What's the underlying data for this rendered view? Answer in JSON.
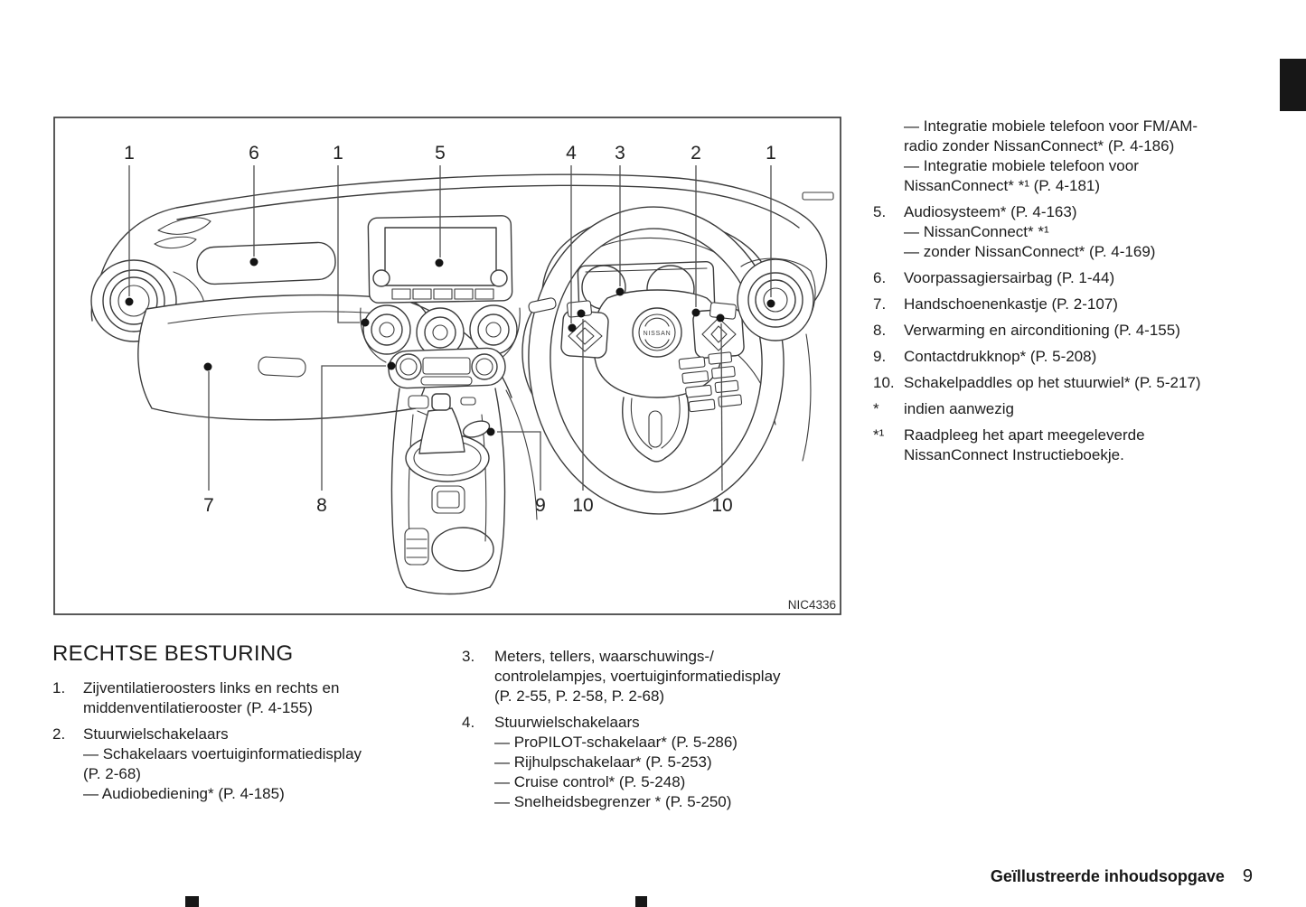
{
  "colors": {
    "ink": "#1c1c1c",
    "line_art": "#3c3c3c"
  },
  "figure": {
    "code": "NIC4336",
    "logo": "NISSAN",
    "callouts": {
      "top": [
        "1",
        "6",
        "1",
        "5",
        "4",
        "3",
        "2",
        "1"
      ],
      "bottom": [
        "7",
        "8",
        "9",
        "10",
        "10"
      ]
    }
  },
  "right_column": {
    "item4_continuation": [
      "— Integratie mobiele telefoon voor FM/AM-",
      "radio zonder NissanConnect* (P. 4-186)",
      "— Integratie mobiele telefoon voor",
      "NissanConnect* *¹ (P. 4-181)"
    ],
    "items": [
      {
        "num": "5.",
        "lines": [
          "Audiosysteem* (P. 4-163)",
          "— NissanConnect* *¹",
          "— zonder NissanConnect* (P. 4-169)"
        ]
      },
      {
        "num": "6.",
        "lines": [
          "Voorpassagiersairbag (P. 1-44)"
        ]
      },
      {
        "num": "7.",
        "lines": [
          "Handschoenenkastje (P. 2-107)"
        ]
      },
      {
        "num": "8.",
        "lines": [
          "Verwarming en airconditioning (P. 4-155)"
        ]
      },
      {
        "num": "9.",
        "lines": [
          "Contactdrukknop* (P. 5-208)"
        ]
      },
      {
        "num": "10.",
        "lines": [
          "Schakelpaddles op het stuurwiel* (P. 5-217)"
        ]
      },
      {
        "num": "*",
        "lines": [
          "indien aanwezig"
        ]
      },
      {
        "num": "*¹",
        "lines": [
          "Raadpleeg het apart meegeleverde",
          "NissanConnect Instructieboekje."
        ]
      }
    ]
  },
  "section": {
    "heading": "RECHTSE BESTURING",
    "left_items": [
      {
        "num": "1.",
        "lines": [
          "Zijventilatieroosters links en rechts en",
          "middenventilatierooster (P. 4-155)"
        ]
      },
      {
        "num": "2.",
        "lines": [
          "Stuurwielschakelaars",
          "— Schakelaars voertuiginformatiedisplay",
          "(P. 2-68)",
          "— Audiobediening* (P. 4-185)"
        ]
      }
    ],
    "mid_items": [
      {
        "num": "3.",
        "lines": [
          "Meters, tellers, waarschuwings-/",
          "controlelampjes, voertuiginformatiedisplay",
          "(P. 2-55, P. 2-58, P. 2-68)"
        ]
      },
      {
        "num": "4.",
        "lines": [
          "Stuurwielschakelaars",
          "— ProPILOT-schakelaar* (P. 5-286)",
          "— Rijhulpschakelaar* (P. 5-253)",
          "— Cruise control* (P. 5-248)",
          "— Snelheidsbegrenzer * (P. 5-250)"
        ]
      }
    ]
  },
  "footer": {
    "title": "Geïllustreerde inhoudsopgave",
    "page_number": "9"
  }
}
